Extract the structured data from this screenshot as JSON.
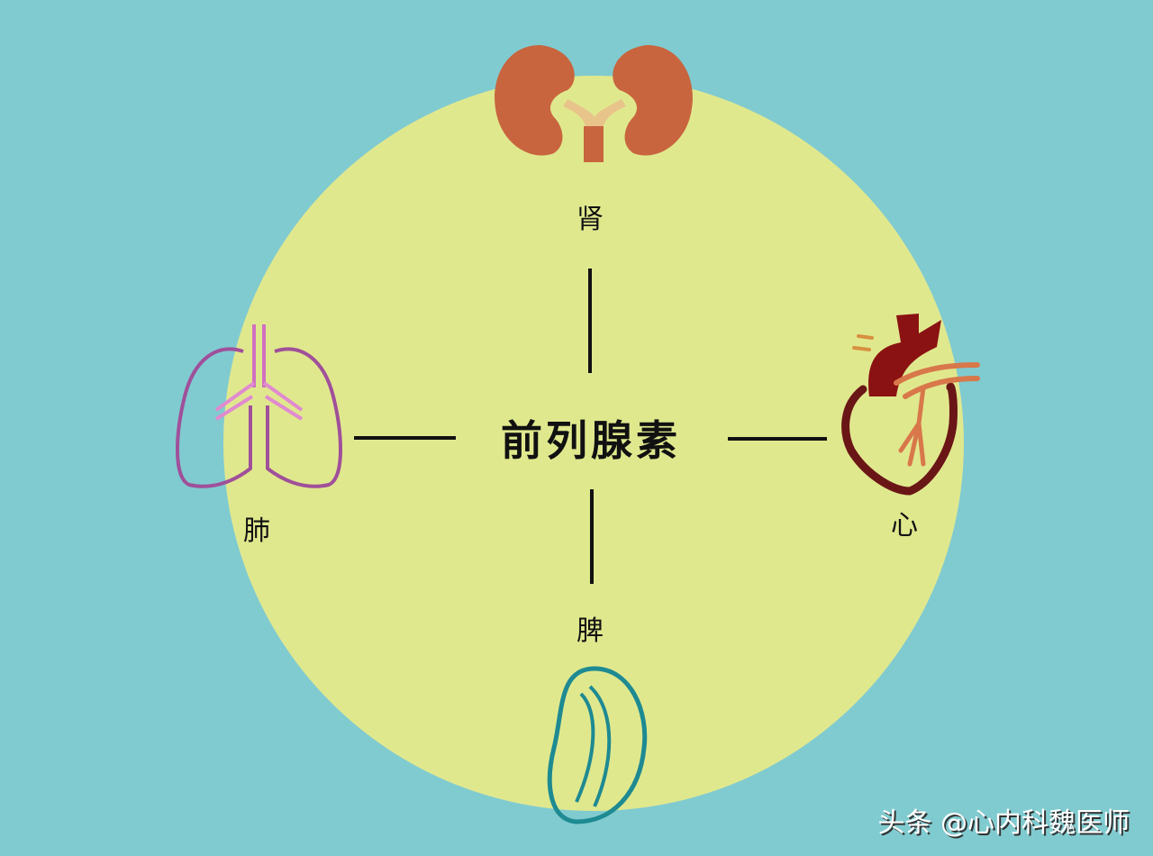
{
  "center_label": "前列腺素",
  "organs": {
    "kidney": "肾",
    "lung": "肺",
    "heart": "心",
    "spleen": "脾"
  },
  "watermark": "头条 @心内科魏医师",
  "colors": {
    "background": "#80cbd0",
    "circle": "#e0e88e",
    "kidney": "#c8653e",
    "lung": "#a0509a",
    "heart": "#7a1414",
    "spleen": "#1e8a92"
  }
}
